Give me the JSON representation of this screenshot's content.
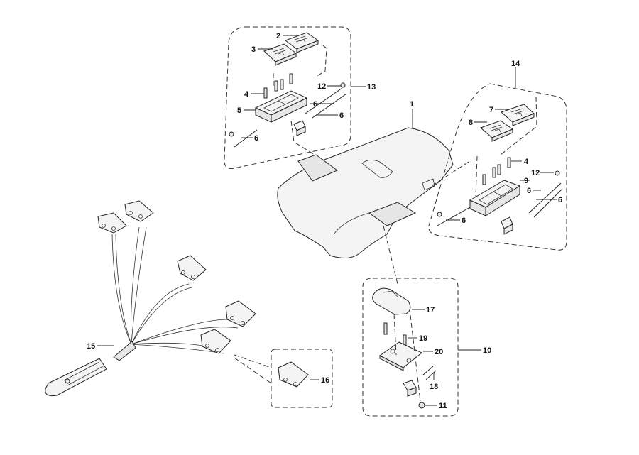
{
  "diagram": {
    "type": "exploded-parts-diagram",
    "subject": "Armrest / console cover with switch assemblies and wiring harness",
    "callouts": [
      {
        "id": "c1",
        "label": "1"
      },
      {
        "id": "c2",
        "label": "2"
      },
      {
        "id": "c3",
        "label": "3"
      },
      {
        "id": "c4a",
        "label": "4"
      },
      {
        "id": "c4b",
        "label": "4"
      },
      {
        "id": "c5",
        "label": "5"
      },
      {
        "id": "c6a",
        "label": "6"
      },
      {
        "id": "c6b",
        "label": "6"
      },
      {
        "id": "c6c",
        "label": "6"
      },
      {
        "id": "c6d",
        "label": "6"
      },
      {
        "id": "c6e",
        "label": "6"
      },
      {
        "id": "c6f",
        "label": "6"
      },
      {
        "id": "c7",
        "label": "7"
      },
      {
        "id": "c8",
        "label": "8"
      },
      {
        "id": "c9",
        "label": "9"
      },
      {
        "id": "c10",
        "label": "10"
      },
      {
        "id": "c11",
        "label": "11"
      },
      {
        "id": "c12a",
        "label": "12"
      },
      {
        "id": "c12b",
        "label": "12"
      },
      {
        "id": "c13",
        "label": "13"
      },
      {
        "id": "c14",
        "label": "14"
      },
      {
        "id": "c15",
        "label": "15"
      },
      {
        "id": "c16",
        "label": "16"
      },
      {
        "id": "c17",
        "label": "17"
      },
      {
        "id": "c18",
        "label": "18"
      },
      {
        "id": "c19",
        "label": "19"
      },
      {
        "id": "c20",
        "label": "20"
      }
    ],
    "groups": [
      {
        "name": "left-switch-assembly",
        "callout": "13"
      },
      {
        "name": "right-switch-assembly",
        "callout": "14"
      },
      {
        "name": "joystick-switch-assembly",
        "callout": "10"
      },
      {
        "name": "microswitch-detail",
        "callout": "16"
      }
    ]
  }
}
